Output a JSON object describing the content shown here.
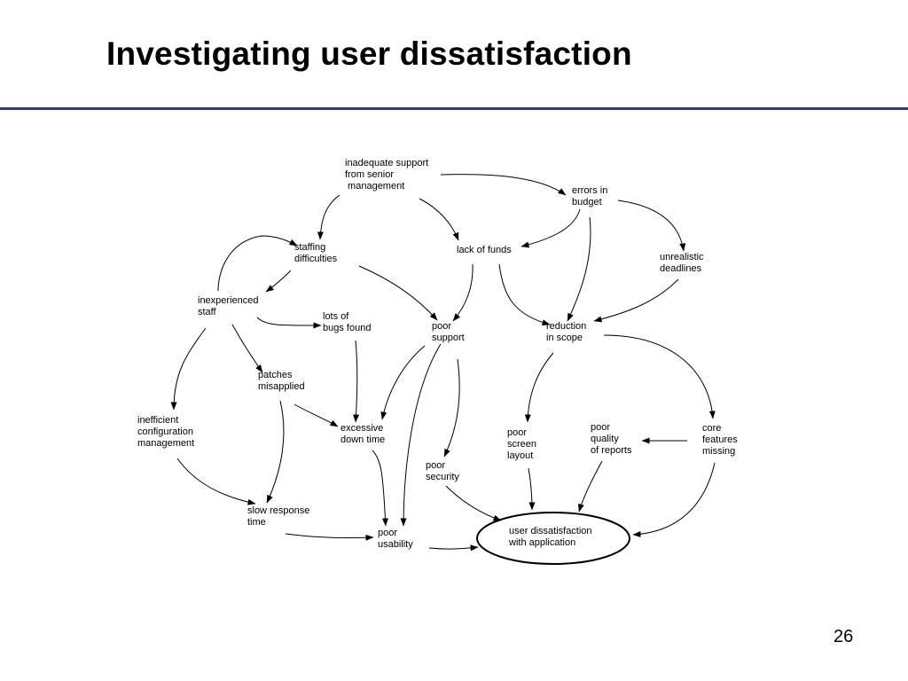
{
  "slide": {
    "title": "Investigating user dissatisfaction",
    "page_number": "26"
  },
  "diagram": {
    "nodes": {
      "inadequate_support": "inadequate support\nfrom senior\n management",
      "errors_in_budget": "errors in\nbudget",
      "staffing_difficulties": "staffing\ndifficulties",
      "lack_of_funds": "lack of funds",
      "unrealistic_deadlines": "unrealistic\ndeadlines",
      "inexperienced_staff": "inexperienced\nstaff",
      "lots_of_bugs": "lots of\nbugs found",
      "poor_support": "poor\nsupport",
      "reduction_in_scope": "reduction\nin scope",
      "patches_misapplied": "patches\nmisapplied",
      "inefficient_config": "inefficient\nconfiguration\nmanagement",
      "excessive_down_time": "excessive\ndown time",
      "poor_screen_layout": "poor\nscreen\nlayout",
      "poor_quality_reports": "poor\nquality\nof reports",
      "core_features_missing": "core\nfeatures\nmissing",
      "poor_security": "poor\nsecurity",
      "slow_response_time": "slow response\ntime",
      "poor_usability": "poor\nusability",
      "user_dissatisfaction": "user dissatisfaction\nwith application"
    }
  }
}
